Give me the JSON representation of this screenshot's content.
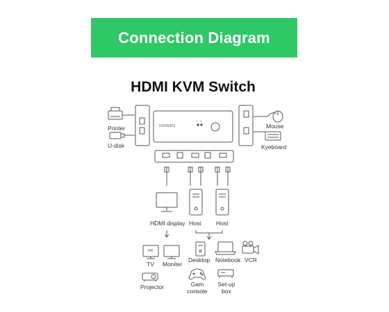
{
  "header": {
    "banner": "Connection Diagram",
    "title": "HDMI KVM Switch"
  },
  "device": {
    "brand": "UGREEN",
    "led_1": "1",
    "led_2": "2"
  },
  "labels": {
    "printer": "Printer",
    "udisk": "U-disk",
    "mouse": "Mouse",
    "keyboard": "Kyeboard",
    "hdmi_display": "HDMI display",
    "host_1": "Host",
    "host_2": "Host",
    "tv": "TV",
    "tv_badge": "HD",
    "monitor": "Moniter",
    "projector": "Projector",
    "desktop": "Desktop",
    "notebook": "Notebook",
    "vcr": "VCR",
    "game_console": "Gam\nconsole",
    "setup_box": "Set-up\nbox"
  },
  "colors": {
    "banner": "#2ec866",
    "line": "#555555",
    "device_fill": "#ffffff"
  }
}
